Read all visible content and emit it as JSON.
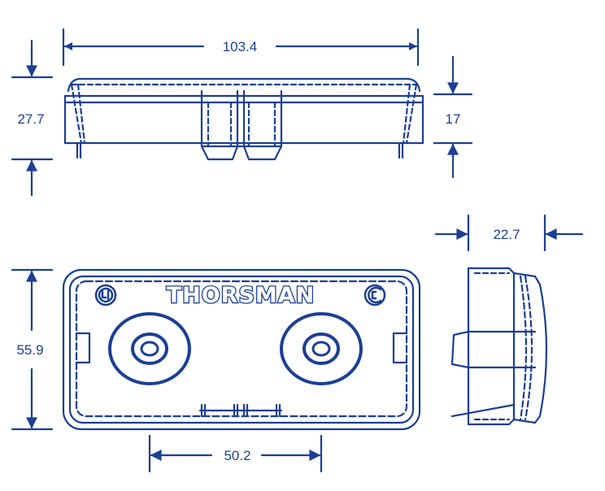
{
  "colors": {
    "stroke": "#1c3f94",
    "background": "#ffffff"
  },
  "dimensions": {
    "overall_width": "103.4",
    "overall_height": "27.7",
    "body_height": "17",
    "side_depth": "22.7",
    "face_height": "55.9",
    "socket_spacing": "50.2"
  },
  "brand": {
    "name": "THORSMAN"
  },
  "icons": [
    "ul-mark-icon",
    "csa-mark-icon",
    "socket-recess-icon"
  ]
}
